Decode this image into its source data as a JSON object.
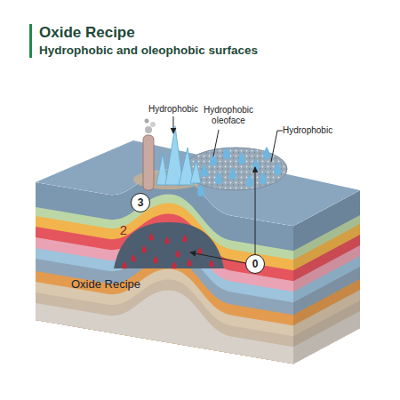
{
  "diagram": {
    "title": "Oxide Recipe",
    "nodes": [
      {
        "text": [
          "3"
        ]
      },
      {
        "text": [
          "0"
        ]
      }
    ],
    "labels": [
      "Hydrophobic and oleophobic surfaces",
      "Hydrophobic",
      "Hydrophobic oleoface",
      "Hydrophobic",
      "2",
      "Oxide Recipe"
    ]
  }
}
